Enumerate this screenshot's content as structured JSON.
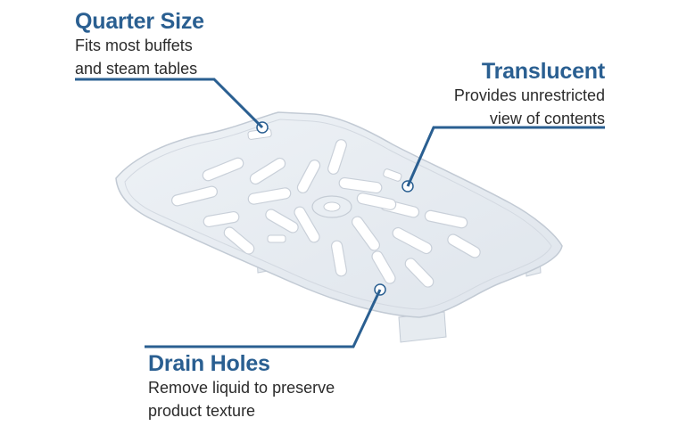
{
  "accent_color": "#2a5f91",
  "callouts": {
    "quarter": {
      "title": "Quarter Size",
      "desc": [
        "Fits most buffets",
        "and steam tables"
      ]
    },
    "translucent": {
      "title": "Translucent",
      "desc": [
        "Provides unrestricted",
        "view of contents"
      ]
    },
    "drain": {
      "title": "Drain Holes",
      "desc": [
        "Remove liquid to preserve",
        "product texture"
      ]
    }
  },
  "product": {
    "image": "translucent-drain-shelf"
  }
}
